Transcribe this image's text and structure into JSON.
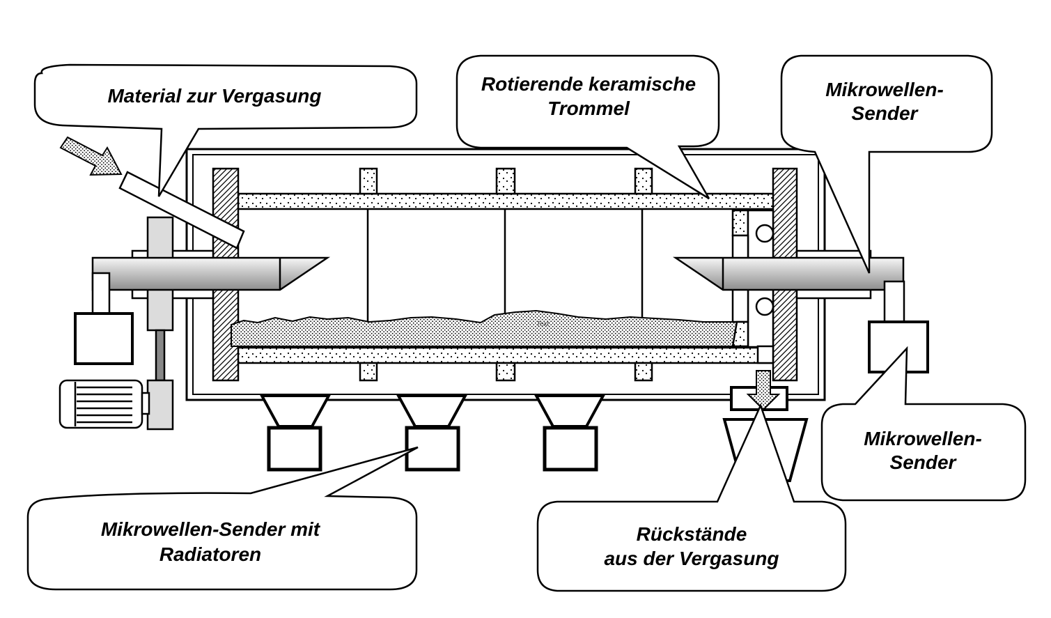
{
  "callouts": {
    "material": {
      "lines": [
        "Material zur Vergasung"
      ]
    },
    "drum": {
      "lines": [
        "Rotierende keramische",
        "Trommel"
      ]
    },
    "emitter_top": {
      "lines": [
        "Mikrowellen-",
        "Sender"
      ]
    },
    "emitter_right": {
      "lines": [
        "Mikrowellen-",
        "Sender"
      ]
    },
    "radiators": {
      "lines": [
        "Mikrowellen-Sender mit",
        "Radiatoren"
      ]
    },
    "residues": {
      "lines": [
        "Rückstände",
        "aus der Vergasung"
      ]
    }
  },
  "figure_marks": {
    "faint_label": "Text"
  },
  "colors": {
    "line": "#000000",
    "fill": "#ffffff",
    "gray": "#dcdcdc"
  }
}
